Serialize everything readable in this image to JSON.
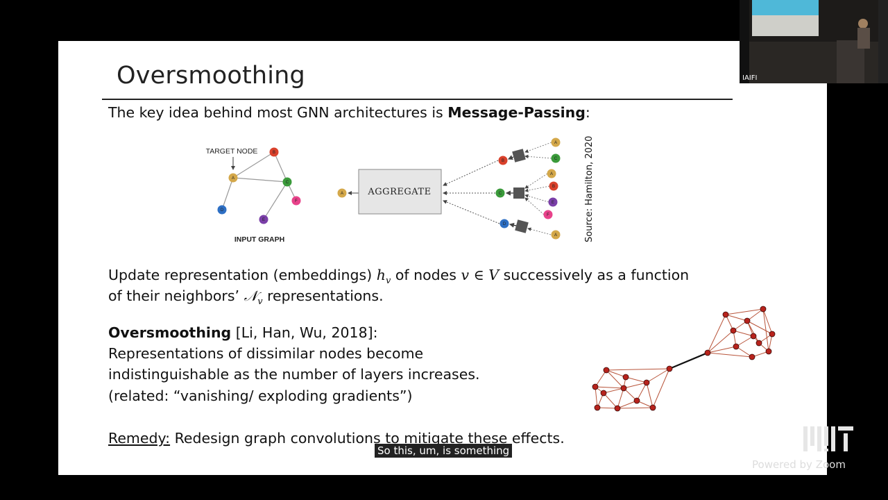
{
  "slide": {
    "title": "Oversmoothing",
    "intro_prefix": "The key idea behind most GNN architectures is ",
    "intro_bold": "Message-Passing",
    "intro_suffix": ":",
    "figure": {
      "target_label": "TARGET NODE",
      "input_graph_label": "INPUT GRAPH",
      "aggregate_label": "AGGREGATE",
      "node_letters": [
        "A",
        "B",
        "C",
        "D",
        "E",
        "F"
      ]
    },
    "source": "Source: Hamilton, 2020",
    "update_line1_a": "Update representation (embeddings) ",
    "update_math_h": "h",
    "update_math_h_sub": "v",
    "update_line1_b": " of nodes ",
    "update_math_v": "v ∈ V",
    "update_line1_c": " successively as a function",
    "update_line2_a": "of their neighbors’ ",
    "update_math_n": "𝒩",
    "update_math_n_sub": "v",
    "update_line2_b": " representations.",
    "overs_bold": "Oversmoothing",
    "overs_ref": " [Li, Han, Wu, 2018]:",
    "overs_line2": "Representations of dissimilar nodes become",
    "overs_line3": "indistinguishable as the number of layers increases.",
    "overs_line4": "(related: “vanishing/ exploding gradients”)",
    "remedy_label": "Remedy:",
    "remedy_text": " Redesign graph convolutions to mitigate these effects."
  },
  "caption": "So this, um, is something",
  "camera": {
    "label": "IAIFI"
  },
  "branding": {
    "powered_by": "Powered by Zoom",
    "logo": "MIT"
  },
  "colors": {
    "A": "#d4a84a",
    "B": "#d9412b",
    "C": "#3a9a3a",
    "D": "#2d6fc4",
    "E": "#7a3fa8",
    "F": "#e8428a",
    "graph_node": "#b8231c",
    "graph_edge": "#b8543a"
  }
}
